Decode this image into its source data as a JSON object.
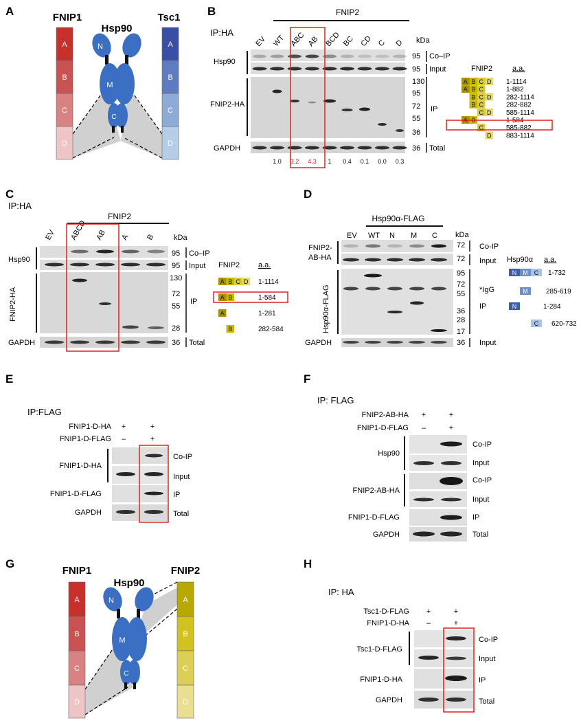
{
  "panels": {
    "A": {
      "letter": "A",
      "left_title": "FNIP1",
      "center_title": "Hsp90",
      "right_title": "Tsc1",
      "segments": [
        "A",
        "B",
        "C",
        "D"
      ],
      "hsp_domains": [
        "N",
        "M",
        "C"
      ],
      "colors": {
        "fnip1": [
          "#c8302c",
          "#c95353",
          "#d98282",
          "#efc4c4"
        ],
        "tsc1": [
          "#3b4ea6",
          "#5f7cc2",
          "#8eaad6",
          "#b6cde8"
        ],
        "hsp90": "#3a6fc4"
      }
    },
    "B": {
      "letter": "B",
      "ip_label": "IP:HA",
      "header": "FNIP2",
      "lanes": [
        "EV",
        "WT",
        "ABC",
        "AB",
        "BCD",
        "BC",
        "CD",
        "C",
        "D"
      ],
      "kda_label": "kDa",
      "rows": [
        {
          "label": "Hsp90",
          "markers": [
            "95"
          ],
          "right": "Co–IP"
        },
        {
          "label": "",
          "markers": [
            "95"
          ],
          "right": "Input"
        },
        {
          "label": "FNIP2-HA",
          "markers": [
            "130",
            "95",
            "72",
            "55",
            "36"
          ],
          "right": "IP"
        },
        {
          "label": "GAPDH",
          "markers": [
            "36"
          ],
          "right": "Total"
        }
      ],
      "quant": [
        "1.0",
        "3.2",
        "4.3",
        "1",
        "0.4",
        "0.1",
        "0.0",
        "0.3"
      ],
      "quant_highlight_color": "#e0211d",
      "construct_title": "FNIP2",
      "aa_title": "a.a.",
      "constructs": [
        {
          "domains": [
            "A",
            "B",
            "C",
            "D"
          ],
          "aa": "1-1114"
        },
        {
          "domains": [
            "A",
            "B",
            "C"
          ],
          "aa": "1-882"
        },
        {
          "domains": [
            "B",
            "C",
            "D"
          ],
          "aa": "282-1114"
        },
        {
          "domains": [
            "B",
            "C"
          ],
          "aa": "282-882"
        },
        {
          "domains": [
            "C",
            "D"
          ],
          "aa": "585-1114"
        },
        {
          "domains": [
            "A",
            "B"
          ],
          "aa": "1-584"
        },
        {
          "domains": [
            "C"
          ],
          "aa": "585-882"
        },
        {
          "domains": [
            "D"
          ],
          "aa": "883-1114"
        }
      ]
    },
    "C": {
      "letter": "C",
      "ip_label": "IP:HA",
      "header": "FNIP2",
      "lanes": [
        "EV",
        "ABCD",
        "AB",
        "A",
        "B"
      ],
      "kda_label": "kDa",
      "rows": [
        {
          "label": "",
          "markers": [
            "95"
          ],
          "right": "Co–IP"
        },
        {
          "label": "Hsp90",
          "markers": [
            "95"
          ],
          "right": "Input"
        },
        {
          "label": "FNIP2-HA",
          "markers": [
            "130",
            "72",
            "55",
            "28"
          ],
          "right": "IP"
        },
        {
          "label": "GAPDH",
          "markers": [
            "36"
          ],
          "right": "Total"
        }
      ],
      "construct_title": "FNIP2",
      "aa_title": "a.a.",
      "constructs": [
        {
          "domains": [
            "A",
            "B",
            "C",
            "D"
          ],
          "aa": "1-1114"
        },
        {
          "domains": [
            "A",
            "B"
          ],
          "aa": "1-584"
        },
        {
          "domains": [
            "A"
          ],
          "aa": "1-281"
        },
        {
          "domains": [
            "B"
          ],
          "aa": "282-584"
        }
      ]
    },
    "D": {
      "letter": "D",
      "header": "Hsp90α-FLAG",
      "lanes": [
        "EV",
        "WT",
        "N",
        "M",
        "C"
      ],
      "kda_label": "kDa",
      "row_labels": [
        "FNIP2-",
        "AB-HA",
        "Hsp90α-FLAG",
        "GAPDH"
      ],
      "right_labels": [
        "Co-IP",
        "Input",
        "*IgG",
        "IP",
        "Input"
      ],
      "markers_top": [
        "72",
        "72"
      ],
      "markers_mid": [
        "95",
        "72",
        "55",
        "36",
        "28",
        "17"
      ],
      "markers_bottom": [
        "36"
      ],
      "construct_title": "Hsp90α",
      "aa_title": "a.a.",
      "constructs": [
        {
          "domains": [
            "N",
            "M",
            "C"
          ],
          "aa": "1-732"
        },
        {
          "domains": [
            "M"
          ],
          "aa": "285-619"
        },
        {
          "domains": [
            "N"
          ],
          "aa": "1-284"
        },
        {
          "domains": [
            "C"
          ],
          "aa": "620-732"
        }
      ]
    },
    "E": {
      "letter": "E",
      "ip_label": "IP:FLAG",
      "conditions": [
        {
          "label": "FNIP1-D-HA",
          "values": [
            "+",
            "+"
          ]
        },
        {
          "label": "FNIP1-D-FLAG",
          "values": [
            "–",
            "+"
          ]
        }
      ],
      "rows": [
        {
          "label": "FNIP1-D-HA",
          "right": "Co-IP"
        },
        {
          "label": "",
          "right": "Input"
        },
        {
          "label": "FNIP1-D-FLAG",
          "right": "IP"
        },
        {
          "label": "GAPDH",
          "right": "Total"
        }
      ]
    },
    "F": {
      "letter": "F",
      "ip_label": "IP: FLAG",
      "conditions": [
        {
          "label": "FNIP2-AB-HA",
          "values": [
            "+",
            "+"
          ]
        },
        {
          "label": "FNIP1-D-FLAG",
          "values": [
            "–",
            "+"
          ]
        }
      ],
      "rows": [
        {
          "label": "Hsp90",
          "right": "Co-IP"
        },
        {
          "label": "",
          "right": "Input"
        },
        {
          "label": "FNIP2-AB-HA",
          "right": "Co-IP"
        },
        {
          "label": "",
          "right": "Input"
        },
        {
          "label": "FNIP1-D-FLAG",
          "right": "IP"
        },
        {
          "label": "GAPDH",
          "right": "Total"
        }
      ]
    },
    "G": {
      "letter": "G",
      "left_title": "FNIP1",
      "center_title": "Hsp90",
      "right_title": "FNIP2",
      "segments": [
        "A",
        "B",
        "C",
        "D"
      ],
      "hsp_domains": [
        "N",
        "M",
        "C"
      ],
      "colors": {
        "fnip1": [
          "#c8302c",
          "#c95353",
          "#d98282",
          "#efc4c4"
        ],
        "fnip2": [
          "#b8a800",
          "#d2c220",
          "#dccf55",
          "#e8df90"
        ],
        "hsp90": "#3a6fc4"
      }
    },
    "H": {
      "letter": "H",
      "ip_label": "IP: HA",
      "conditions": [
        {
          "label": "Tsc1-D-FLAG",
          "values": [
            "+",
            "+"
          ]
        },
        {
          "label": "FNIP1-D-HA",
          "values": [
            "–",
            "+"
          ]
        }
      ],
      "rows": [
        {
          "label": "",
          "right": "Co-IP"
        },
        {
          "label": "Tsc1-D-FLAG",
          "right": "Input"
        },
        {
          "label": "FNIP1-D-HA",
          "right": "IP"
        },
        {
          "label": "GAPDH",
          "right": "Total"
        }
      ]
    }
  }
}
